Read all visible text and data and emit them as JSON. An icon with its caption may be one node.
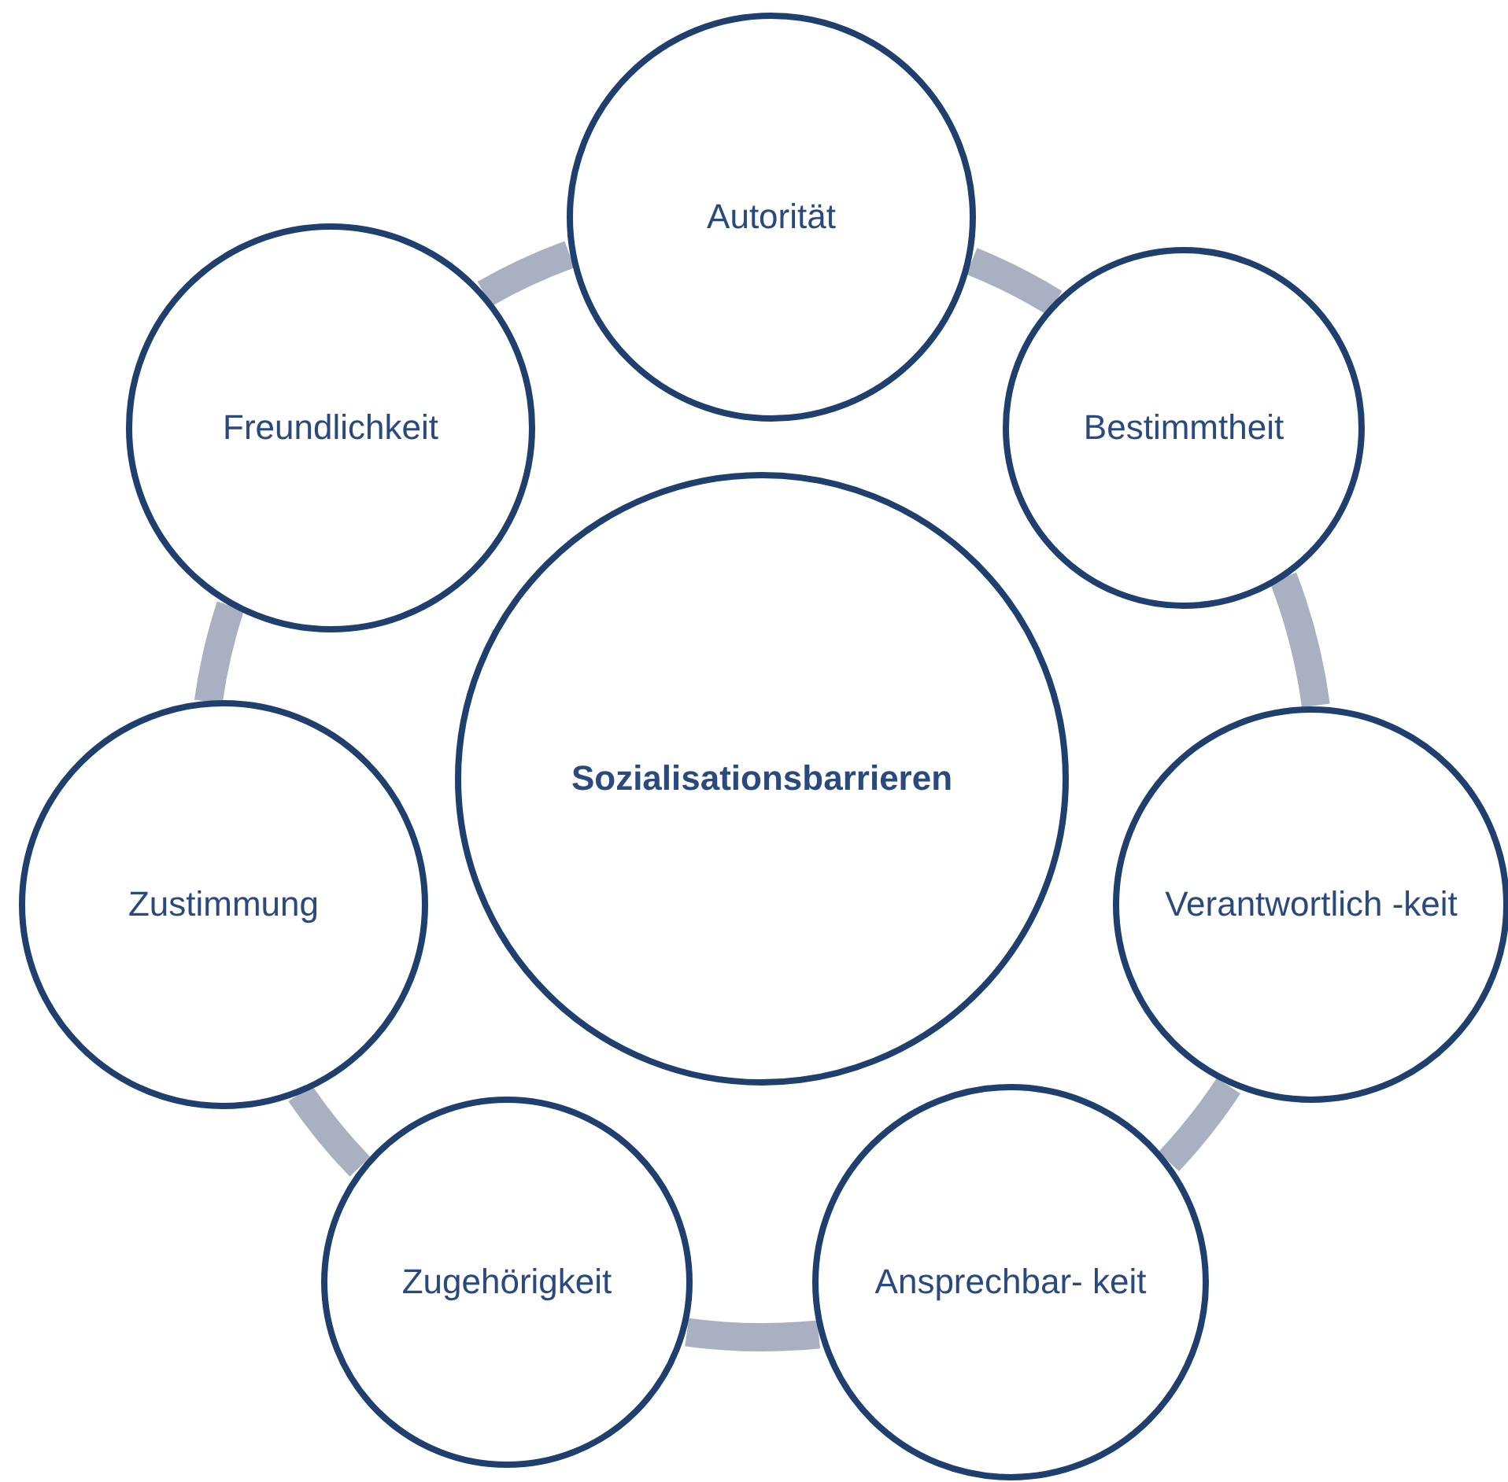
{
  "diagram": {
    "nodes": [
      {
        "text": [
          "Sozialisationsbarrieren"
        ]
      },
      {
        "text": [
          "Autorität"
        ]
      },
      {
        "text": [
          "Bestimmtheit"
        ]
      },
      {
        "text": [
          "Verantwortlich -keit"
        ]
      },
      {
        "text": [
          "Ansprechbar- keit"
        ]
      },
      {
        "text": [
          "Zugehörigkeit"
        ]
      },
      {
        "text": [
          "Zustimmung"
        ]
      },
      {
        "text": [
          "Freundlichkeit"
        ]
      }
    ],
    "edges": [
      {
        "from": 1,
        "to": 2,
        "arrow": "none"
      },
      {
        "from": 2,
        "to": 3,
        "arrow": "none"
      },
      {
        "from": 3,
        "to": 4,
        "arrow": "none"
      },
      {
        "from": 4,
        "to": 5,
        "arrow": "none"
      },
      {
        "from": 5,
        "to": 6,
        "arrow": "none"
      },
      {
        "from": 6,
        "to": 7,
        "arrow": "none"
      },
      {
        "from": 7,
        "to": 1,
        "arrow": "none"
      }
    ]
  }
}
